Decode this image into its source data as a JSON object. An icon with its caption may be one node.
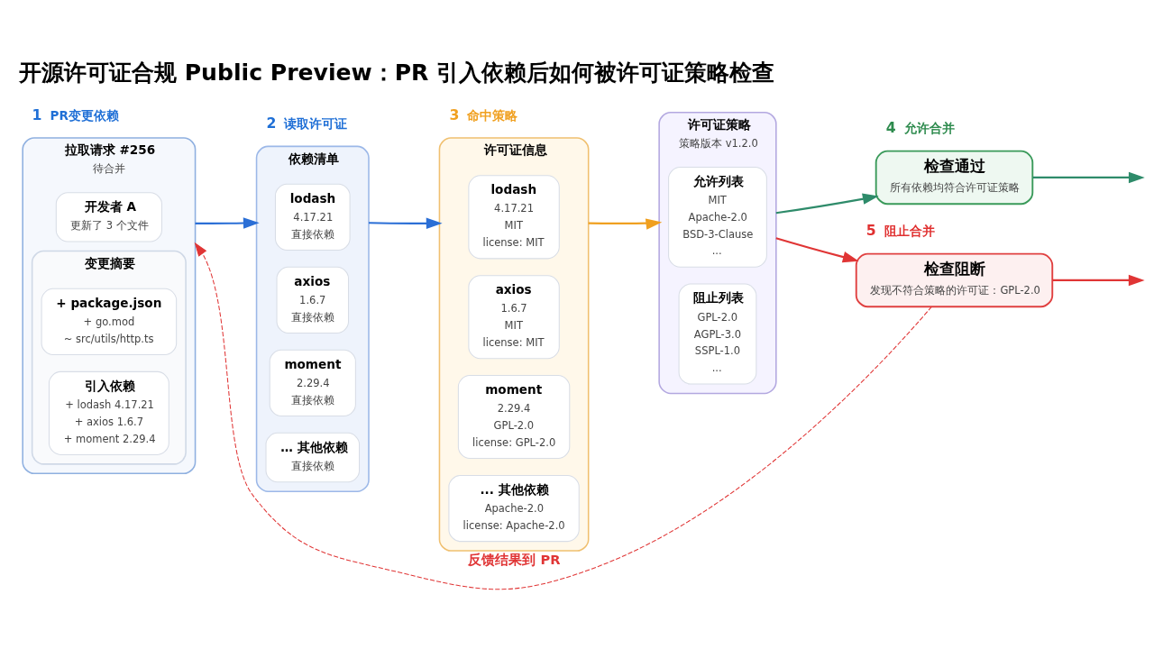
{
  "diagram": {
    "title": "开源许可证合规 Public Preview：PR 引入依赖后如何被许可证策略检查",
    "nodes": [
      {
        "text": [
          "拉取请求 #256",
          "待合并"
        ],
        "beside": [
          "1",
          "PR变更依赖"
        ]
      },
      {
        "text": [
          "开发者 A",
          "更新了 3 个文件"
        ],
        "in": 0
      },
      {
        "text": [
          "变更摘要"
        ],
        "in": 0
      },
      {
        "text": [
          "+ package.json",
          "+ go.mod",
          "~ src/utils/http.ts"
        ],
        "in": 2
      },
      {
        "text": [
          "引入依赖",
          "+ lodash 4.17.21",
          "+ axios 1.6.7",
          "+ moment 2.29.4"
        ],
        "in": 2
      },
      {
        "text": [
          "依赖清单"
        ],
        "beside": [
          "2",
          "读取许可证"
        ]
      },
      {
        "text": [
          "lodash",
          "4.17.21",
          "直接依赖"
        ],
        "in": 5
      },
      {
        "text": [
          "axios",
          "1.6.7",
          "直接依赖"
        ],
        "in": 5
      },
      {
        "text": [
          "moment",
          "2.29.4",
          "直接依赖"
        ],
        "in": 5
      },
      {
        "text": [
          "… 其他依赖",
          "直接依赖"
        ],
        "in": 5
      },
      {
        "text": [
          "许可证信息"
        ],
        "beside": [
          "3",
          "命中策略"
        ]
      },
      {
        "text": [
          "lodash",
          "4.17.21",
          "MIT",
          "license: MIT"
        ],
        "in": 10
      },
      {
        "text": [
          "axios",
          "1.6.7",
          "MIT",
          "license: MIT"
        ],
        "in": 10
      },
      {
        "text": [
          "moment",
          "2.29.4",
          "GPL-2.0",
          "license: GPL-2.0"
        ],
        "in": 10
      },
      {
        "text": [
          "... 其他依赖",
          "Apache-2.0",
          "license: Apache-2.0"
        ],
        "in": 10
      },
      {
        "text": [
          "许可证策略",
          "策略版本 v1.2.0"
        ]
      },
      {
        "text": [
          "允许列表",
          "MIT",
          "Apache-2.0",
          "BSD-3-Clause",
          "..."
        ],
        "in": 15
      },
      {
        "text": [
          "阻止列表",
          "GPL-2.0",
          "AGPL-3.0",
          "SSPL-1.0",
          "..."
        ],
        "in": 15
      },
      {
        "text": [
          "检查通过",
          "所有依赖均符合许可证策略"
        ],
        "beside": [
          "4",
          "允许合并"
        ]
      },
      {
        "text": [
          "检查阻断",
          "发现不符合策略的许可证：GPL-2.0"
        ],
        "beside": [
          "5",
          "阻止合并"
        ]
      }
    ],
    "edges": [
      {
        "from": 0,
        "to": 5,
        "arrow": "to",
        "color": "#2b6fd6"
      },
      {
        "from": 5,
        "to": 10,
        "arrow": "to",
        "color": "#2b6fd6"
      },
      {
        "from": 10,
        "to": 15,
        "arrow": "to",
        "color": "#f0a020"
      },
      {
        "from": 15,
        "to": 18,
        "arrow": "to",
        "color": "#2e8b6a"
      },
      {
        "from": 15,
        "to": 19,
        "arrow": "to",
        "color": "#e03535"
      },
      {
        "from": 18,
        "to": null,
        "arrow": "to",
        "color": "#2e8b6a"
      },
      {
        "from": 19,
        "to": null,
        "arrow": "to",
        "color": "#e03535"
      },
      {
        "from": 19,
        "to": 0,
        "arrow": "to",
        "style": "dashed",
        "color": "#e03535",
        "label": "反馈结果到 PR"
      }
    ]
  }
}
